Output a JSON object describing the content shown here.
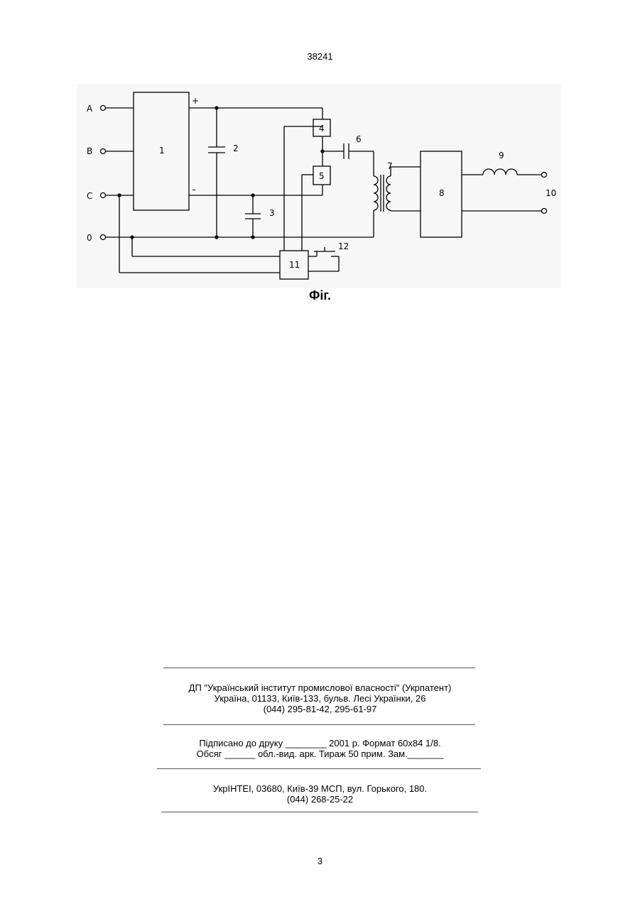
{
  "header": {
    "doc_number": "38241"
  },
  "figure": {
    "caption": "Фіг.",
    "terminals": [
      "A",
      "B",
      "C",
      "0"
    ],
    "blocks": [
      "1",
      "4",
      "5",
      "8",
      "11"
    ],
    "component_labels": [
      "2",
      "3",
      "6",
      "7",
      "9",
      "10",
      "12"
    ],
    "polarity": {
      "plus": "+",
      "minus": "–"
    }
  },
  "publisher": {
    "line1": "ДП \"Український інститут промислової власності\" (Укрпатент)",
    "line2": "Україна, 01133, Київ-133, бульв. Лесі Українки, 26",
    "line3": "(044) 295-81-42, 295-61-97"
  },
  "print_info": {
    "line1": "Підписано до друку ________ 2001 р.    Формат 60х84 1/8.",
    "line2": "Обсяг ______ обл.-вид. арк.   Тираж 50 прим.    Зам._______"
  },
  "printer": {
    "line1": "УкрІНТЕІ, 03680, Київ-39 МСП, вул. Горького, 180.",
    "line2": "(044) 268-25-22"
  },
  "footer": {
    "page_number": "3"
  }
}
